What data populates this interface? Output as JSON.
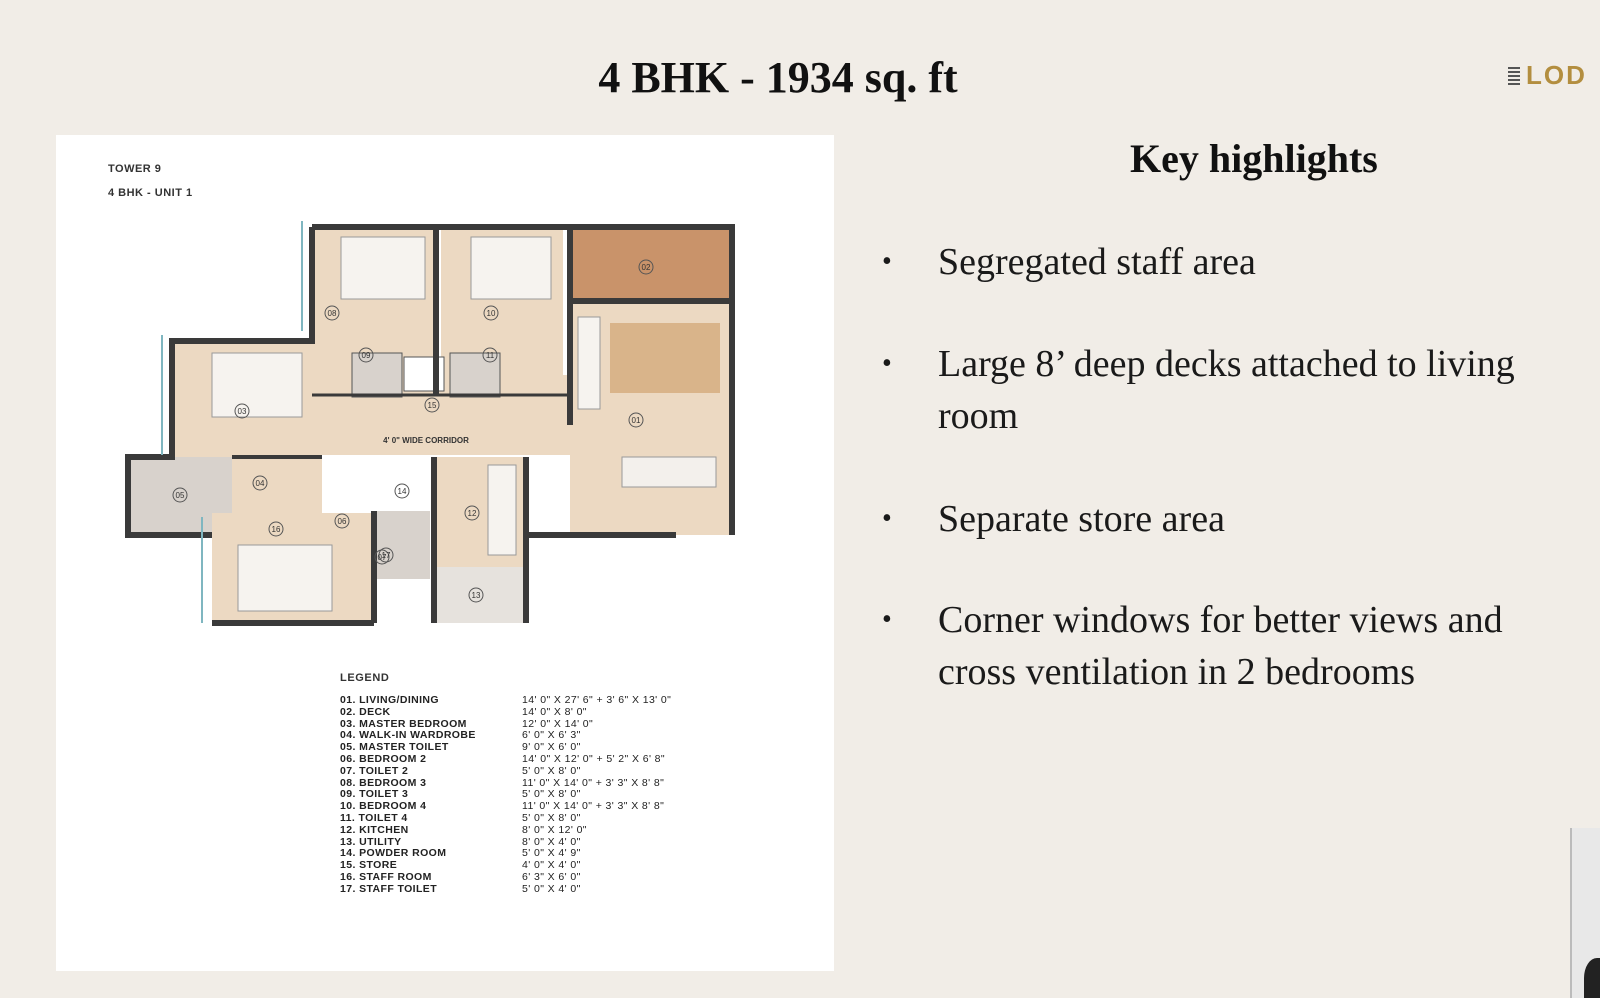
{
  "title": "4 BHK - 1934 sq. ft",
  "logo_text": "LOD",
  "plan": {
    "tower": "TOWER 9",
    "unit": "4 BHK - UNIT 1",
    "corridor_label": "4' 0\" WIDE CORRIDOR",
    "room_markers": [
      "01",
      "02",
      "03",
      "04",
      "05",
      "06",
      "07",
      "08",
      "09",
      "10",
      "11",
      "12",
      "13",
      "14",
      "15",
      "16",
      "17"
    ],
    "legend_title": "LEGEND",
    "legend": [
      {
        "room": "01. LIVING/DINING",
        "dim": "14' 0\" X 27' 6\" + 3' 6\" X 13' 0\""
      },
      {
        "room": "02. DECK",
        "dim": "14' 0\" X 8' 0\""
      },
      {
        "room": "03. MASTER BEDROOM",
        "dim": "12' 0\" X 14' 0\""
      },
      {
        "room": "04. WALK-IN WARDROBE",
        "dim": "6' 0\" X 6' 3\""
      },
      {
        "room": "05. MASTER TOILET",
        "dim": "9' 0\" X 6' 0\""
      },
      {
        "room": "06. BEDROOM 2",
        "dim": "14' 0\" X 12' 0\" + 5' 2\" X 6' 8\""
      },
      {
        "room": "07. TOILET 2",
        "dim": "5' 0\" X 8' 0\""
      },
      {
        "room": "08. BEDROOM 3",
        "dim": "11' 0\" X 14' 0\" + 3' 3\" X 8' 8\""
      },
      {
        "room": "09. TOILET 3",
        "dim": "5' 0\" X 8' 0\""
      },
      {
        "room": "10. BEDROOM 4",
        "dim": "11' 0\" X 14' 0\" + 3' 3\" X 8' 8\""
      },
      {
        "room": "11. TOILET 4",
        "dim": "5' 0\" X 8' 0\""
      },
      {
        "room": "12. KITCHEN",
        "dim": "8' 0\" X 12' 0\""
      },
      {
        "room": "13. UTILITY",
        "dim": "8' 0\" X 4' 0\""
      },
      {
        "room": "14. POWDER ROOM",
        "dim": "5' 0\" X 4' 9\""
      },
      {
        "room": "15. STORE",
        "dim": "4' 0\" X 4' 0\""
      },
      {
        "room": "16. STAFF ROOM",
        "dim": "6' 3\" X 6' 0\""
      },
      {
        "room": "17. STAFF TOILET",
        "dim": "5' 0\" X 4' 0\""
      }
    ]
  },
  "highlights_title": "Key highlights",
  "highlights": [
    {
      "bullet": "•",
      "lines": [
        "Segregated staff area"
      ]
    },
    {
      "bullet": "•",
      "lines": [
        "Large 8’ deep decks attached to living",
        "room"
      ]
    },
    {
      "bullet": "•",
      "lines": [
        "Separate store area"
      ]
    },
    {
      "bullet": "•",
      "lines": [
        "Corner windows for better views and",
        "cross ventilation in 2 bedrooms"
      ]
    }
  ],
  "colors": {
    "background": "#f1ede7",
    "floor": "#ecd9c2",
    "wall": "#3a3a3a",
    "deck": "#c9936a",
    "logo": "#b38e3f"
  }
}
